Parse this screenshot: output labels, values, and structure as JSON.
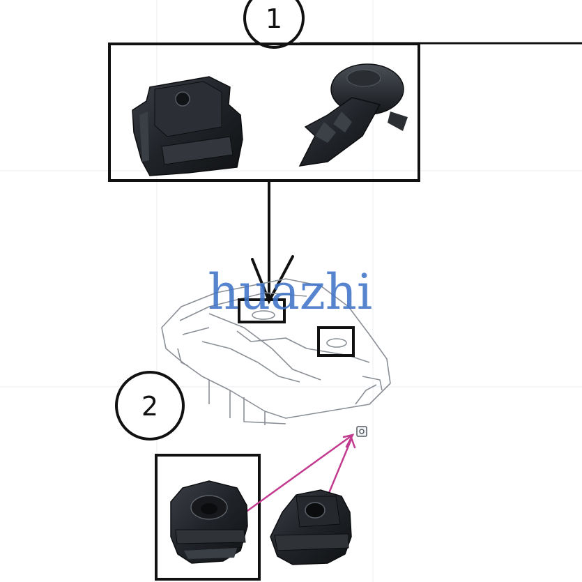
{
  "diagram": {
    "callouts": [
      {
        "id": "1",
        "label": "1"
      },
      {
        "id": "2",
        "label": "2"
      }
    ],
    "watermark": "huazhi",
    "parts": {
      "group_1": [
        "clip-nut",
        "push-pin-rivet"
      ],
      "group_2": [
        "grommet-front",
        "grommet-rear"
      ],
      "assembly": "engine-cover"
    },
    "colors": {
      "frame": "#111111",
      "arrow": "#111111",
      "leader": "#c23b8f",
      "watermark": "#3f74c9",
      "part": "#1f2226"
    }
  }
}
